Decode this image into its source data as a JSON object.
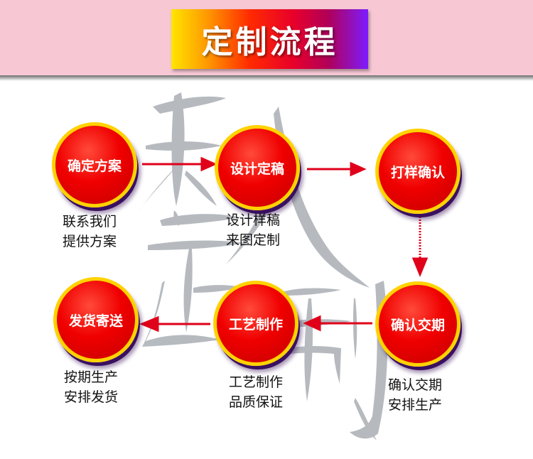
{
  "header": {
    "title": "定制流程"
  },
  "watermark": {
    "color": "#9aa1a8"
  },
  "colors": {
    "circle": "#e80000",
    "ring": "#ffd200",
    "arrow": "#e0001a",
    "header_bg": "#f7c8d4"
  },
  "steps": [
    {
      "label": "确定方案",
      "desc": [
        "联系我们",
        "提供方案"
      ]
    },
    {
      "label": "设计定稿",
      "desc": [
        "设计样稿",
        "来图定制"
      ]
    },
    {
      "label": "打样确认",
      "desc": []
    },
    {
      "label": "确认交期",
      "desc": [
        "确认交期",
        "安排生产"
      ]
    },
    {
      "label": "工艺制作",
      "desc": [
        "工艺制作",
        "品质保证"
      ]
    },
    {
      "label": "发货寄送",
      "desc": [
        "按期生产",
        "安排发货"
      ]
    }
  ]
}
